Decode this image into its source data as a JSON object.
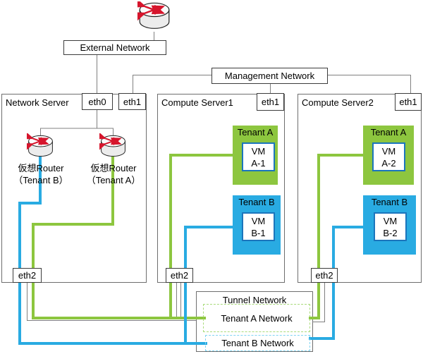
{
  "diagram_title": "OpenStack tenant network diagram",
  "colors": {
    "tenant_a_green": "#8dc63f",
    "tenant_b_blue": "#29abe2",
    "tenant_a_dash": "#a9db7a",
    "tenant_b_dash": "#7fd4f2",
    "wire_gray": "#808080",
    "router_arrow_red": "#d6152c",
    "vm_border_blue": "#1b75bc"
  },
  "external": {
    "label": "External Network"
  },
  "management": {
    "label": "Management Network"
  },
  "network_server": {
    "title": "Network Server",
    "eth0": "eth0",
    "eth1": "eth1",
    "eth2": "eth2",
    "vrouter_b": {
      "line1": "仮想Router",
      "line2": "（Tenant B）"
    },
    "vrouter_a": {
      "line1": "仮想Router",
      "line2": "（Tenant A）"
    }
  },
  "compute_server1": {
    "title": "Compute Server1",
    "eth1": "eth1",
    "eth2": "eth2",
    "tenant_a": {
      "label": "Tenant A",
      "vm_line1": "VM",
      "vm_line2": "A-1"
    },
    "tenant_b": {
      "label": "Tenant B",
      "vm_line1": "VM",
      "vm_line2": "B-1"
    }
  },
  "compute_server2": {
    "title": "Compute Server2",
    "eth1": "eth1",
    "eth2": "eth2",
    "tenant_a": {
      "label": "Tenant A",
      "vm_line1": "VM",
      "vm_line2": "A-2"
    },
    "tenant_b": {
      "label": "Tenant B",
      "vm_line1": "VM",
      "vm_line2": "B-2"
    }
  },
  "tunnel": {
    "title": "Tunnel Network",
    "tenant_a_network": "Tenant A Network",
    "tenant_b_network": "Tenant B Network"
  }
}
